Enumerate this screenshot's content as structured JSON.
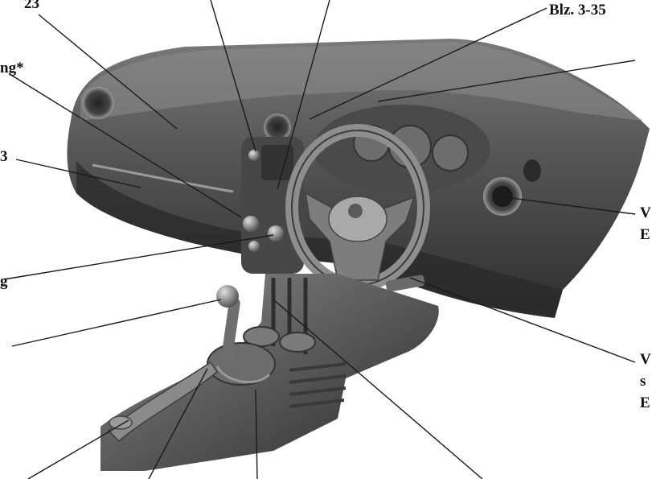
{
  "labels": {
    "top_left_partial": "23",
    "left_upper_partial": "ng*",
    "left_mid_partial": "3",
    "left_lower_partial": "g",
    "top_right_ref": "Blz. 3-35",
    "right_1_line1": "V",
    "right_1_line2": "E",
    "right_2_line1": "V",
    "right_2_line2": "s",
    "right_2_line3": "E"
  },
  "colors": {
    "dashboard_dark": "#3c3c3c",
    "dashboard_mid": "#6a6a6a",
    "dashboard_light": "#b4b4b4",
    "console": "#555555",
    "leader_line": "#1a1a1a"
  }
}
